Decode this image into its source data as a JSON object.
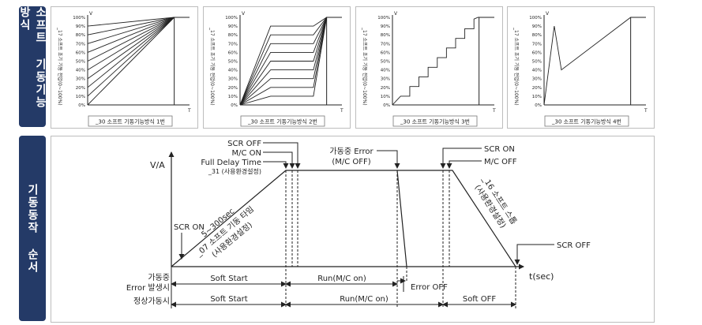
{
  "sidebar": {
    "top_label": "소프트 기동기능 방식",
    "bottom_label": "기동동작 순서"
  },
  "methods": [
    {
      "caption": "_30 소프트 기동기능방식 1번",
      "ylabel": "_17 소프트 초기 기동 전압(0~100%)"
    },
    {
      "caption": "_30 소프트 기동기능방식 2번",
      "ylabel": "_17 소프트 초기 기동 전압(0~100%)"
    },
    {
      "caption": "_30 소프트 기동기능방식 3번",
      "ylabel": "_17 소프트 초기 기동 전압(0~100%)"
    },
    {
      "caption": "_30 소프트 기동기능방식 4번",
      "ylabel": "_17 소프트 초기 기동 전압(0~100%)"
    }
  ],
  "mini_axes": {
    "v": "V",
    "t": "T",
    "ticks": [
      "100%",
      "90%",
      "80%",
      "70%",
      "60%",
      "50%",
      "40%",
      "30%",
      "20%",
      "10%",
      "0%"
    ]
  },
  "sequence": {
    "y_axis": "V/A",
    "x_axis": "t(sec)",
    "scr_on_left": "SCR ON",
    "scr_off_top": "SCR OFF",
    "mc_on_top": "M/C ON",
    "full_delay": "Full Delay Time",
    "full_delay_param": "_31 (사용환경설정)",
    "error_line1": "가동중 Error",
    "error_line2": "(M/C OFF)",
    "scr_on_right": "SCR ON",
    "mc_off_right": "M/C OFF",
    "scr_off_right": "SCR OFF",
    "ramp_time": "5~300sec",
    "ramp_param": "_07 소프트 기동 타임",
    "ramp_env": "(사용환경설정)",
    "stop_param": "_16 소프트 스톱",
    "stop_env": "(사용환경설정)",
    "row1_label_line1": "가동중",
    "row1_label_line2": "Error 발생시",
    "row2_label": "정상가동시",
    "soft_start": "Soft Start",
    "run": "Run(M/C on)",
    "error_off": "Error OFF",
    "soft_off": "Soft OFF"
  }
}
